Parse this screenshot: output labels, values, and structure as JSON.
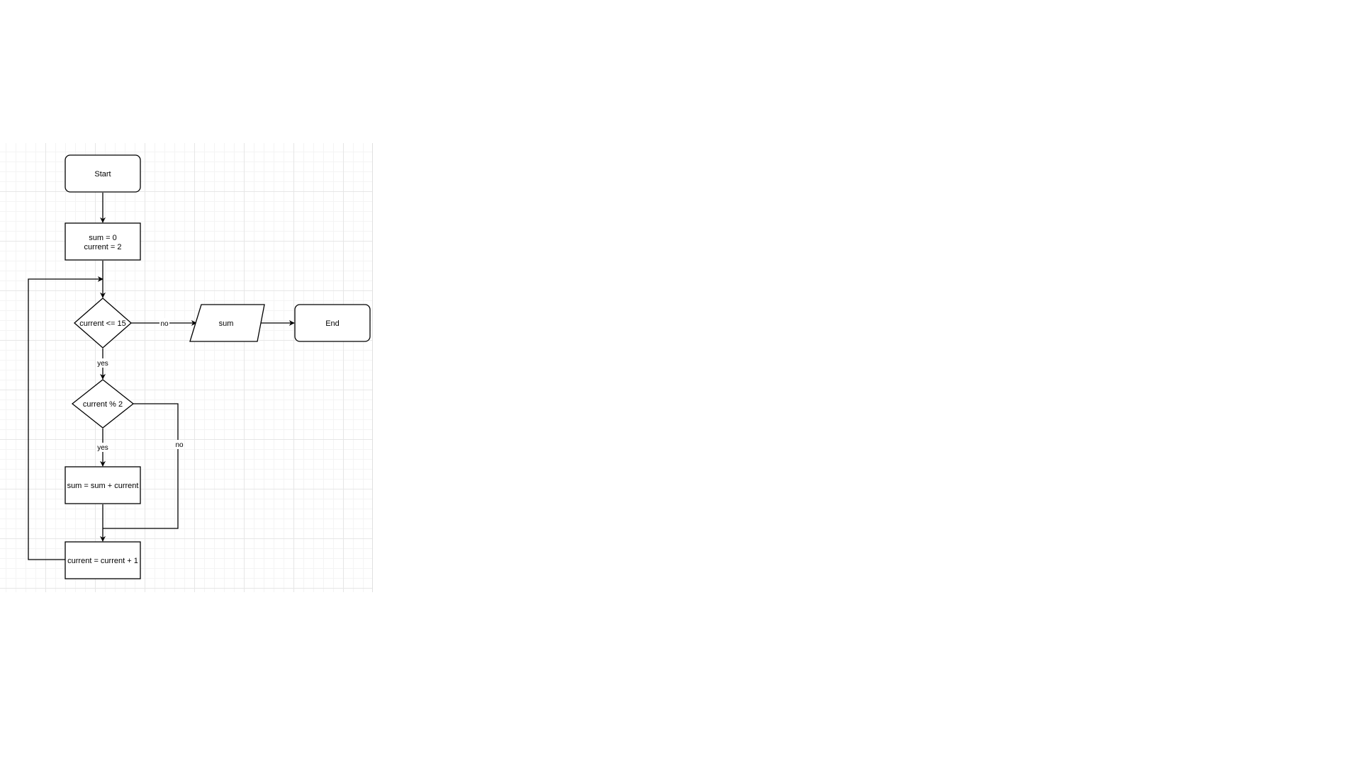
{
  "nodes": {
    "start": {
      "label": "Start"
    },
    "init": {
      "line1": "sum = 0",
      "line2": "current = 2"
    },
    "cond_loop": {
      "label": "current <= 15"
    },
    "output_sum": {
      "label": "sum"
    },
    "end": {
      "label": "End"
    },
    "cond_even": {
      "label": "current % 2"
    },
    "add_sum": {
      "label": "sum = sum + current"
    },
    "increment": {
      "label": "current = current + 1"
    }
  },
  "edge_labels": {
    "loop_no": "no",
    "loop_yes": "yes",
    "even_yes": "yes",
    "even_no": "no"
  }
}
